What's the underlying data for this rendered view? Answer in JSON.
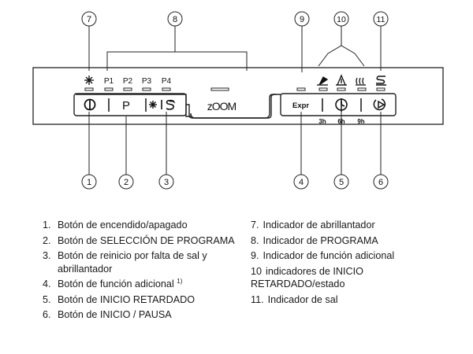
{
  "panel": {
    "program_labels": [
      "P1",
      "P2",
      "P3",
      "P4"
    ],
    "buttons": {
      "program": "P",
      "extra": "Expr",
      "eco_logo": "zOOM"
    },
    "delay_labels": [
      "3h",
      "6h",
      "9h"
    ]
  },
  "callouts": {
    "top": [
      "7",
      "8",
      "9",
      "10",
      "11"
    ],
    "bottom": [
      "1",
      "2",
      "3",
      "4",
      "5",
      "6"
    ]
  },
  "legend_left": [
    {
      "num": "1.",
      "text": "Botón de encendido/apagado"
    },
    {
      "num": "2.",
      "text": "Botón de SELECCIÓN DE PROGRAMA"
    },
    {
      "num": "3.",
      "text": "Botón de reinicio por falta de sal y abrillantador"
    },
    {
      "num": "4.",
      "text": "Botón de función adicional",
      "note": "1)"
    },
    {
      "num": "5.",
      "text": "Botón de INICIO RETARDADO"
    },
    {
      "num": "6.",
      "text": "Botón de INICIO / PAUSA"
    }
  ],
  "legend_right": [
    {
      "num": "7.",
      "text": "Indicador de abrillantador"
    },
    {
      "num": "8.",
      "text": "Indicador de PROGRAMA"
    },
    {
      "num": "9.",
      "text": "Indicador de función adicional"
    },
    {
      "num": "10",
      "text": "indicadores de INICIO RETARDADO/estado"
    },
    {
      "num": "11.",
      "text": "Indicador de sal"
    }
  ],
  "icons": [
    "rinse-aid-icon",
    "power-icon",
    "reset-salt-rinse-icon",
    "extra-function-icon",
    "delay-clock-icon",
    "start-pause-icon",
    "status-icons",
    "salt-icon"
  ]
}
